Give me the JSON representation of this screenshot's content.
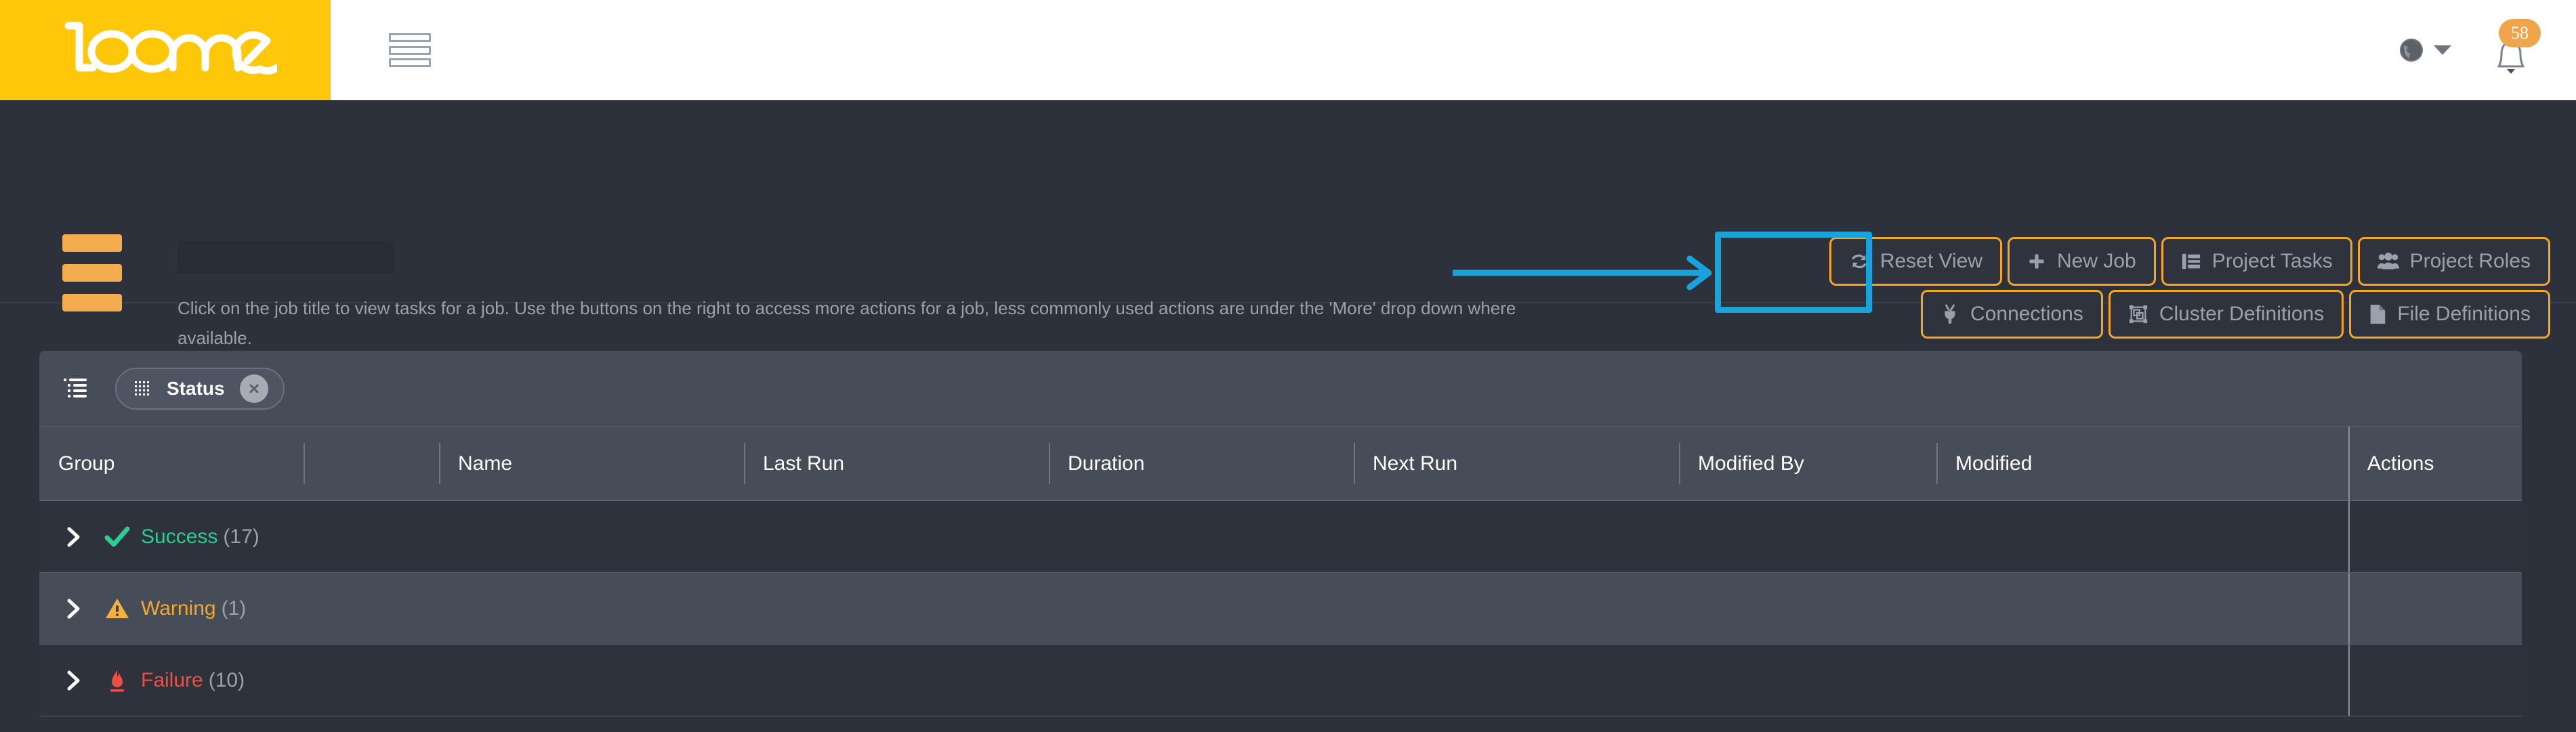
{
  "brand": {
    "name": "loome",
    "logo_color": "#ffc709"
  },
  "topbar": {
    "menu_icon": "hamburger-icon",
    "language_icon": "globe-icon",
    "language_caret": "chevron-down-icon",
    "notifications_icon": "bell-icon",
    "notifications_count": "58"
  },
  "header": {
    "intro_text": "Click on the job title to view tasks for a job. Use the buttons on the right to access more actions for a job, less commonly used actions are under the 'More' drop down where available."
  },
  "actions": {
    "row1": [
      {
        "label": "Reset View",
        "icon": "refresh-icon",
        "highlighted": true
      },
      {
        "label": "New Job",
        "icon": "plus-icon"
      },
      {
        "label": "Project Tasks",
        "icon": "tasks-list-icon"
      },
      {
        "label": "Project Roles",
        "icon": "users-group-icon"
      }
    ],
    "row2": [
      {
        "label": "Connections",
        "icon": "plug-icon"
      },
      {
        "label": "Cluster Definitions",
        "icon": "cluster-icon"
      },
      {
        "label": "File Definitions",
        "icon": "file-icon"
      }
    ],
    "border_color": "#f5a623",
    "highlight_color": "#19a3dd"
  },
  "table": {
    "toolbar": {
      "group_panel_icon": "list-indent-icon",
      "chip": {
        "label": "Status",
        "grip_icon": "grip-dots-icon",
        "remove_icon": "close-circle-icon"
      }
    },
    "columns": [
      {
        "key": "group",
        "label": "Group"
      },
      {
        "key": "spacer",
        "label": ""
      },
      {
        "key": "name",
        "label": "Name"
      },
      {
        "key": "last_run",
        "label": "Last Run"
      },
      {
        "key": "duration",
        "label": "Duration"
      },
      {
        "key": "next_run",
        "label": "Next Run"
      },
      {
        "key": "modified_by",
        "label": "Modified By"
      },
      {
        "key": "modified",
        "label": "Modified"
      },
      {
        "key": "actions",
        "label": "Actions"
      }
    ],
    "groups": [
      {
        "label": "Success",
        "count": "(17)",
        "icon": "check-icon",
        "color": "#2ecc8f",
        "expand_icon": "chevron-right-icon"
      },
      {
        "label": "Warning",
        "count": "(1)",
        "icon": "warning-triangle-icon",
        "color": "#f0a92c",
        "expand_icon": "chevron-right-icon"
      },
      {
        "label": "Failure",
        "count": "(10)",
        "icon": "fire-icon",
        "color": "#ef4f43",
        "expand_icon": "chevron-right-icon"
      }
    ]
  }
}
